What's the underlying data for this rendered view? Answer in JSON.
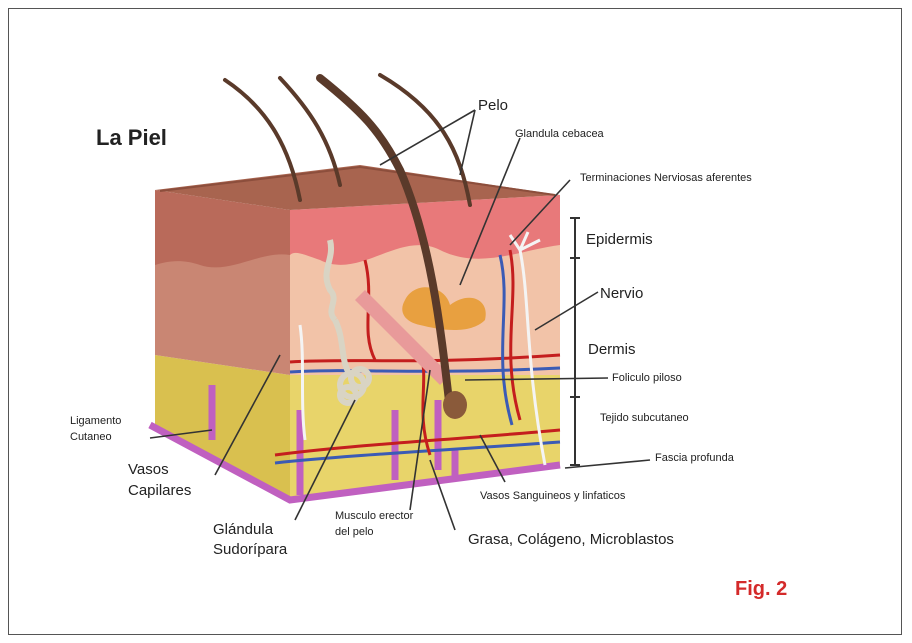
{
  "title": "La Piel",
  "labels": {
    "pelo": "Pelo",
    "glandula_cebacea": "Glandula cebacea",
    "terminaciones": "Terminaciones Nerviosas aferentes",
    "epidermis": "Epidermis",
    "nervio": "Nervio",
    "dermis": "Dermis",
    "foliculo": "Foliculo piloso",
    "tejido": "Tejido subcutaneo",
    "fascia": "Fascia profunda",
    "ligamento_1": "Ligamento",
    "ligamento_2": "Cutaneo",
    "vasos_capilares_1": "Vasos",
    "vasos_capilares_2": "Capilares",
    "glandula_sudoripara_1": "Glándula",
    "glandula_sudoripara_2": "Sudorípara",
    "musculo_1": "Musculo erector",
    "musculo_2": "del pelo",
    "grasa": "Grasa, Colágeno, Microblastos",
    "vasos_sanguineos": "Vasos Sanguineos y linfaticos"
  },
  "figure_label": "Fig. 2",
  "colors": {
    "skin_top": "#a8644f",
    "epidermis": "#e8797a",
    "dermis_front": "#f2c3a8",
    "dermis_side": "#c98673",
    "fat": "#e8d46a",
    "fascia": "#c060c0",
    "artery": "#c41e1e",
    "vein": "#3b5bb5",
    "hair": "#5a3a2a",
    "gland": "#d9d4c4",
    "figure_label": "#d42a2a"
  },
  "icons": [
    "skin-cross-section-illustration"
  ]
}
